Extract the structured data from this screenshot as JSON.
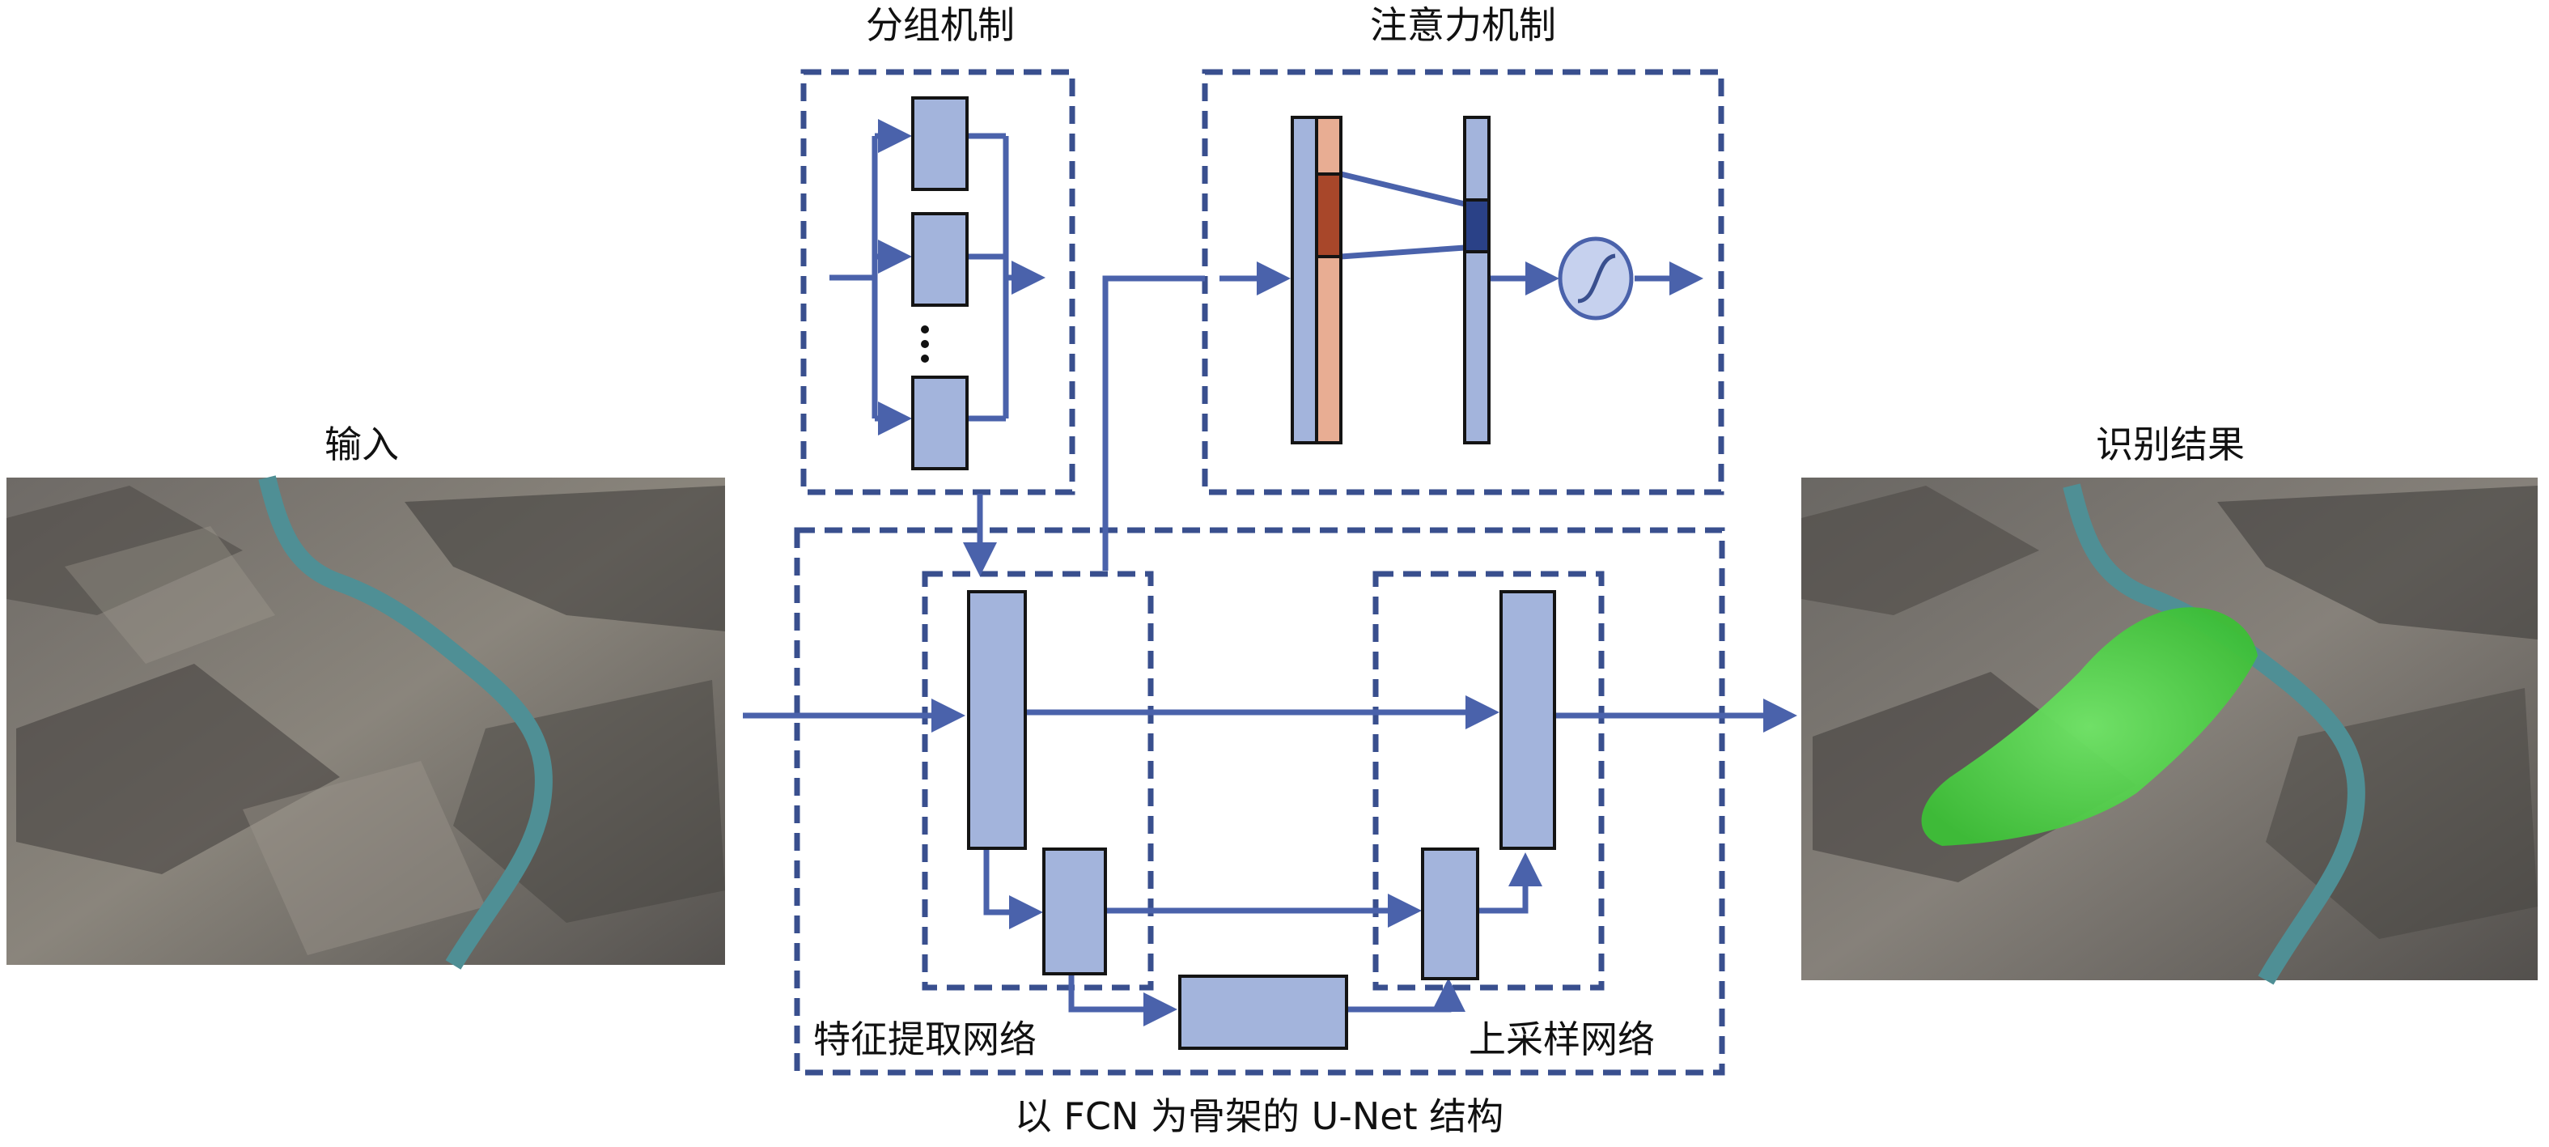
{
  "labels": {
    "input": "输入",
    "output": "识别结果",
    "grouping": "分组机制",
    "attention": "注意力机制",
    "feature_extraction": "特征提取网络",
    "upsampling": "上采样网络",
    "caption": "以 FCN 为骨架的 U-Net 结构"
  },
  "icons": {
    "sigmoid": "sigmoid-icon"
  },
  "colors": {
    "block_fill": "#a3b4dc",
    "block_stroke": "#141414",
    "arrow": "#4a62ab",
    "dashed_border": "#394f8e",
    "attn_orange_light": "#e8ad93",
    "attn_orange_dark": "#a8472a",
    "attn_blue_dark": "#2a4187",
    "landslide_green": "#52d34a"
  }
}
